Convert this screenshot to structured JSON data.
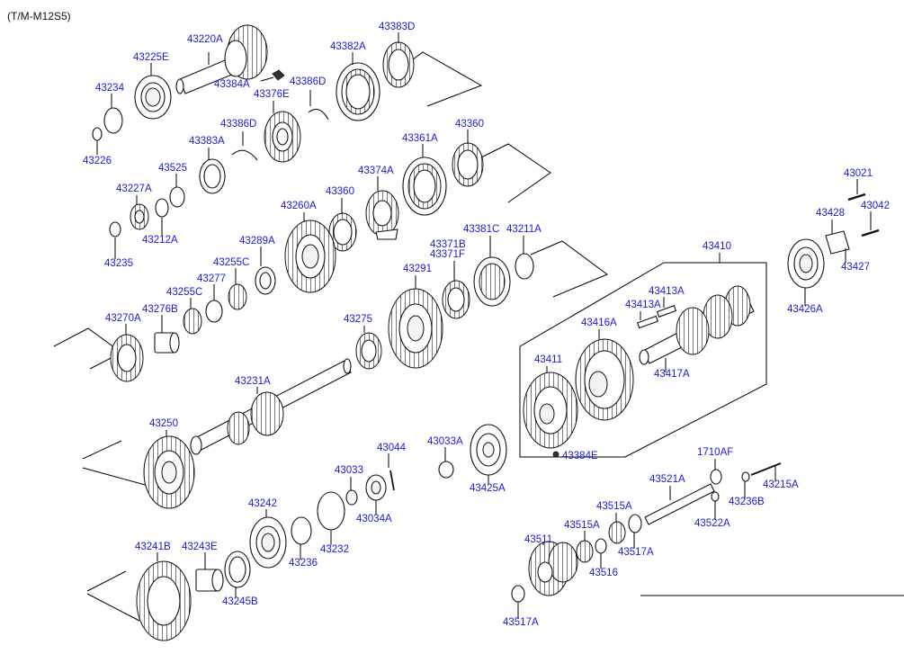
{
  "header": {
    "model_code": "(T/M-M12S5)"
  },
  "parts": [
    {
      "id": "p43220A",
      "label": "43220A"
    },
    {
      "id": "p43225E",
      "label": "43225E"
    },
    {
      "id": "p43234",
      "label": "43234"
    },
    {
      "id": "p43226",
      "label": "43226"
    },
    {
      "id": "p43384A",
      "label": "43384A"
    },
    {
      "id": "p43376E",
      "label": "43376E"
    },
    {
      "id": "p43386Da",
      "label": "43386D"
    },
    {
      "id": "p43382A",
      "label": "43382A"
    },
    {
      "id": "p43383D",
      "label": "43383D"
    },
    {
      "id": "p43386Db",
      "label": "43386D"
    },
    {
      "id": "p43383A",
      "label": "43383A"
    },
    {
      "id": "p43525",
      "label": "43525"
    },
    {
      "id": "p43227A",
      "label": "43227A"
    },
    {
      "id": "p43212A",
      "label": "43212A"
    },
    {
      "id": "p43235",
      "label": "43235"
    },
    {
      "id": "p43361A",
      "label": "43361A"
    },
    {
      "id": "p43360a",
      "label": "43360"
    },
    {
      "id": "p43374A",
      "label": "43374A"
    },
    {
      "id": "p43360b",
      "label": "43360"
    },
    {
      "id": "p43260A",
      "label": "43260A"
    },
    {
      "id": "p43289A",
      "label": "43289A"
    },
    {
      "id": "p43255Ca",
      "label": "43255C"
    },
    {
      "id": "p43277",
      "label": "43277"
    },
    {
      "id": "p43255Cb",
      "label": "43255C"
    },
    {
      "id": "p43276B",
      "label": "43276B"
    },
    {
      "id": "p43270A",
      "label": "43270A"
    },
    {
      "id": "p43371B",
      "label": "43371B"
    },
    {
      "id": "p43371F",
      "label": "43371F"
    },
    {
      "id": "p43381C",
      "label": "43381C"
    },
    {
      "id": "p43211A",
      "label": "43211A"
    },
    {
      "id": "p43291",
      "label": "43291"
    },
    {
      "id": "p43275",
      "label": "43275"
    },
    {
      "id": "p43231A",
      "label": "43231A"
    },
    {
      "id": "p43250",
      "label": "43250"
    },
    {
      "id": "p43410",
      "label": "43410"
    },
    {
      "id": "p43413Aa",
      "label": "43413A"
    },
    {
      "id": "p43413Ab",
      "label": "43413A"
    },
    {
      "id": "p43416A",
      "label": "43416A"
    },
    {
      "id": "p43411",
      "label": "43411"
    },
    {
      "id": "p43417A",
      "label": "43417A"
    },
    {
      "id": "p43384E",
      "label": "43384E"
    },
    {
      "id": "p43021",
      "label": "43021"
    },
    {
      "id": "p43428",
      "label": "43428"
    },
    {
      "id": "p43042",
      "label": "43042"
    },
    {
      "id": "p43427",
      "label": "43427"
    },
    {
      "id": "p43426A",
      "label": "43426A"
    },
    {
      "id": "p43033A",
      "label": "43033A"
    },
    {
      "id": "p43425A",
      "label": "43425A"
    },
    {
      "id": "p43044",
      "label": "43044"
    },
    {
      "id": "p43033",
      "label": "43033"
    },
    {
      "id": "p43034A",
      "label": "43034A"
    },
    {
      "id": "p43242",
      "label": "43242"
    },
    {
      "id": "p43232",
      "label": "43232"
    },
    {
      "id": "p43236",
      "label": "43236"
    },
    {
      "id": "p43241B",
      "label": "43241B"
    },
    {
      "id": "p43243E",
      "label": "43243E"
    },
    {
      "id": "p43245B",
      "label": "43245B"
    },
    {
      "id": "p1710AF",
      "label": "1710AF"
    },
    {
      "id": "p43521A",
      "label": "43521A"
    },
    {
      "id": "p43215A",
      "label": "43215A"
    },
    {
      "id": "p43236B",
      "label": "43236B"
    },
    {
      "id": "p43522A",
      "label": "43522A"
    },
    {
      "id": "p43515Aa",
      "label": "43515A"
    },
    {
      "id": "p43515Ab",
      "label": "43515A"
    },
    {
      "id": "p43517Aa",
      "label": "43517A"
    },
    {
      "id": "p43511",
      "label": "43511"
    },
    {
      "id": "p43516",
      "label": "43516"
    },
    {
      "id": "p43517Ab",
      "label": "43517A"
    }
  ],
  "style": {
    "label_color": "#1a1adc",
    "line_color": "#000000"
  }
}
